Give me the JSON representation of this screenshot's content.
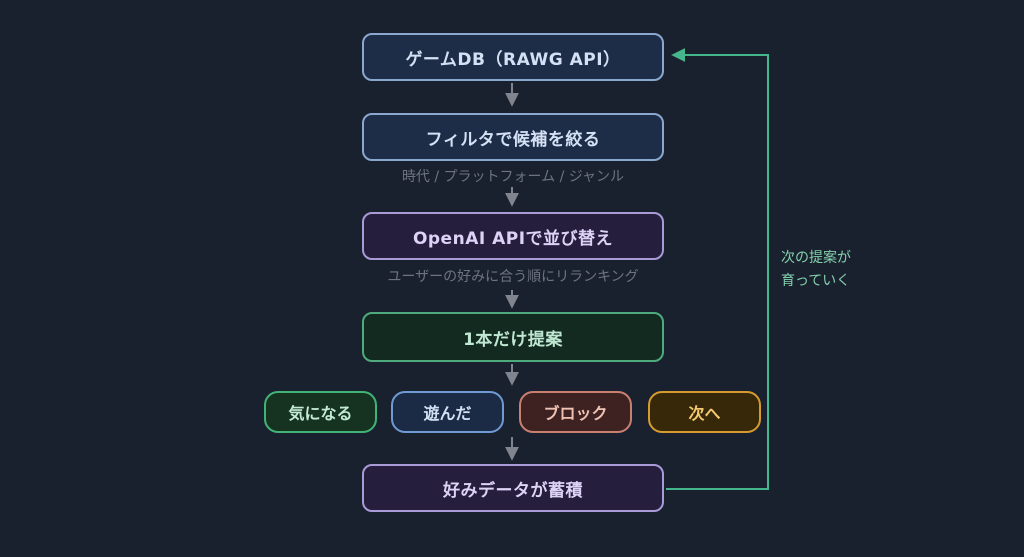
{
  "flowchart": {
    "nodes": {
      "source": {
        "label": "ゲームDB（RAWG API）"
      },
      "filter": {
        "label": "フィルタで候補を絞る",
        "caption": "時代 / プラットフォーム / ジャンル"
      },
      "rerank": {
        "label": "OpenAI APIで並び替え",
        "caption": "ユーザーの好みに合う順にリランキング"
      },
      "suggest": {
        "label": "1本だけ提案"
      },
      "store": {
        "label": "好みデータが蓄積"
      }
    },
    "actions": [
      {
        "label": "気になる",
        "accent": "#42b377"
      },
      {
        "label": "遊んだ",
        "accent": "#6f9ad3"
      },
      {
        "label": "ブロック",
        "accent": "#ca8070"
      },
      {
        "label": "次へ",
        "accent": "#d69b2f"
      }
    ],
    "feedback": {
      "label_line1": "次の提案が",
      "label_line2": "育っていく",
      "line_color": "#46b78c"
    },
    "colors": {
      "background": "#1a212e",
      "blue_node_border": "#8aa7d0",
      "purple_node_border": "#a89bd8",
      "green_node_border": "#4fab7e",
      "caption_text": "#6d7480",
      "arrow": "#7f848e"
    }
  }
}
